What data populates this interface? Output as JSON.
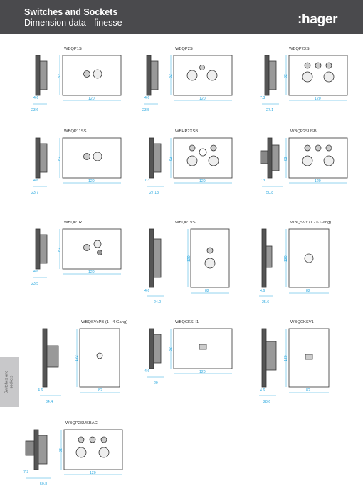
{
  "header": {
    "title": "Switches and Sockets",
    "subtitle": "Dimension data - finesse",
    "logo": ":hager",
    "bg_color": "#4a4a4d"
  },
  "side_tab": {
    "label_line1": "Switches and",
    "label_line2": "sockets"
  },
  "accent_color": "#29a8df",
  "units": [
    {
      "code": "WBQP1S",
      "d_side": "4.6",
      "d_depth": "23.6",
      "d_width": "120",
      "d_height": "82"
    },
    {
      "code": "WBQP2S",
      "d_side": "4.6",
      "d_depth": "23.5",
      "d_width": "120",
      "d_height": "82"
    },
    {
      "code": "WBQP2XS",
      "d_side": "7.3",
      "d_depth": "27.1",
      "d_width": "120",
      "d_height": "82"
    },
    {
      "code": "WBQP11SS",
      "d_side": "4.6",
      "d_depth": "23.7",
      "d_width": "120",
      "d_height": "82"
    },
    {
      "code": "WBHP2XSB",
      "d_side": "7.3",
      "d_depth": "27.13",
      "d_width": "120",
      "d_height": "82"
    },
    {
      "code": "WBQP2SUSB",
      "d_side": "7.3",
      "d_depth": "50.8",
      "d_width": "120",
      "d_height": "82"
    },
    {
      "code": "WBQP1R",
      "d_side": "4.6",
      "d_depth": "23.5",
      "d_width": "120",
      "d_height": "82"
    },
    {
      "code": "WBQP1VS",
      "d_side": "4.6",
      "d_depth": "24.0",
      "d_width": "82",
      "d_height": "120"
    },
    {
      "code": "WBQSVx (1 - 6 Gang)",
      "d_side": "4.6",
      "d_depth": "25.6",
      "d_width": "82",
      "d_height": "120"
    },
    {
      "code": "WBQSVxPB (1 - 4 Gang)",
      "d_side": "4.6",
      "d_depth": "34.4",
      "d_width": "82",
      "d_height": "122"
    },
    {
      "code": "WBQCKSH1",
      "d_side": "4.6",
      "d_depth": "29",
      "d_width": "120",
      "d_height": "82"
    },
    {
      "code": "WBQCKSV1",
      "d_side": "4.6",
      "d_depth": "28.6",
      "d_width": "82",
      "d_height": "120"
    },
    {
      "code": "WBQP2SUSBAC",
      "d_side": "7.3",
      "d_depth": "50.8",
      "d_width": "120",
      "d_height": "82"
    }
  ]
}
